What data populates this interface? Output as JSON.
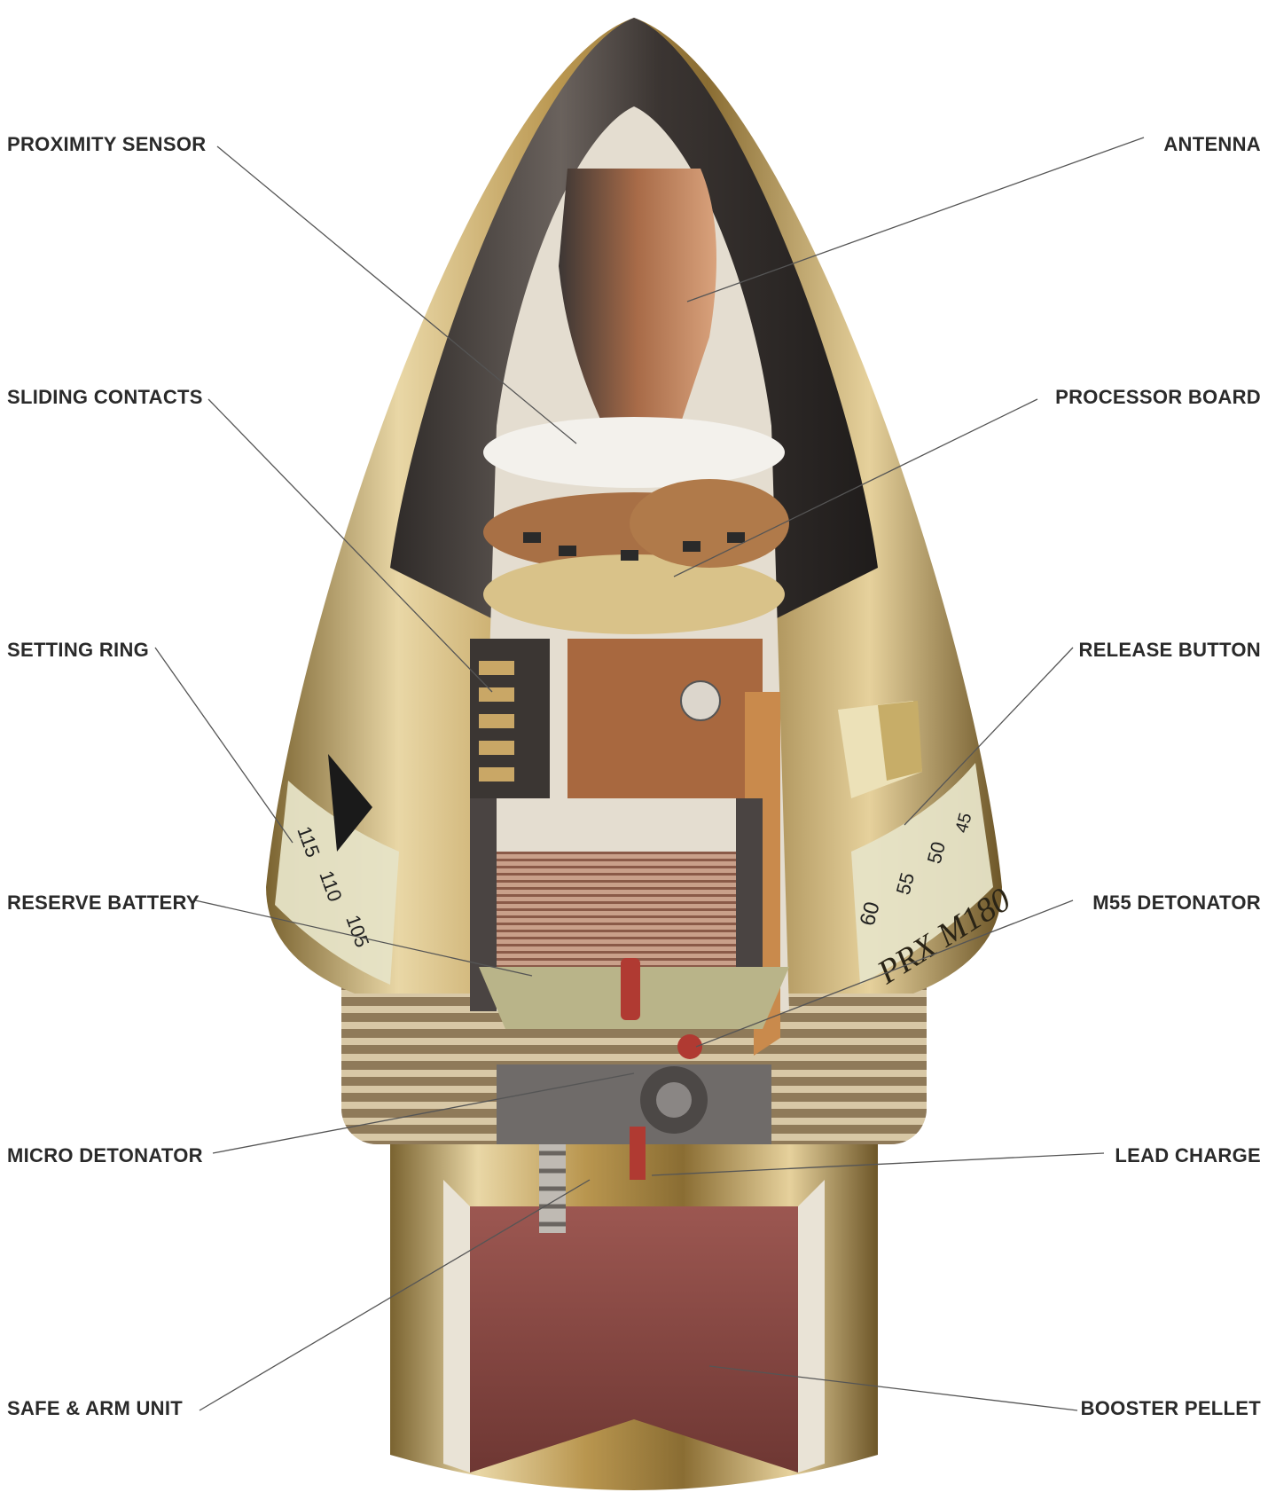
{
  "labels": {
    "proximity_sensor": "PROXIMITY SENSOR",
    "antenna": "ANTENNA",
    "sliding_contacts": "SLIDING CONTACTS",
    "processor_board": "PROCESSOR BOARD",
    "setting_ring": "SETTING RING",
    "release_button": "RELEASE BUTTON",
    "reserve_battery": "RESERVE BATTERY",
    "m55_detonator": "M55 DETONATOR",
    "micro_detonator": "MICRO DETONATOR",
    "lead_charge": "LEAD CHARGE",
    "safe_arm_unit": "SAFE & ARM UNIT",
    "booster_pellet": "BOOSTER PELLET"
  },
  "markings": {
    "model": "PRX M180",
    "scale_left": [
      "115",
      "110",
      "105"
    ],
    "scale_right": [
      "60",
      "55",
      "50",
      "45"
    ]
  },
  "colors": {
    "nose_dark": "#3a3533",
    "brass": "#c9a766",
    "copper": "#b87a4e",
    "booster": "#8a4a44",
    "leader": "#555555"
  }
}
